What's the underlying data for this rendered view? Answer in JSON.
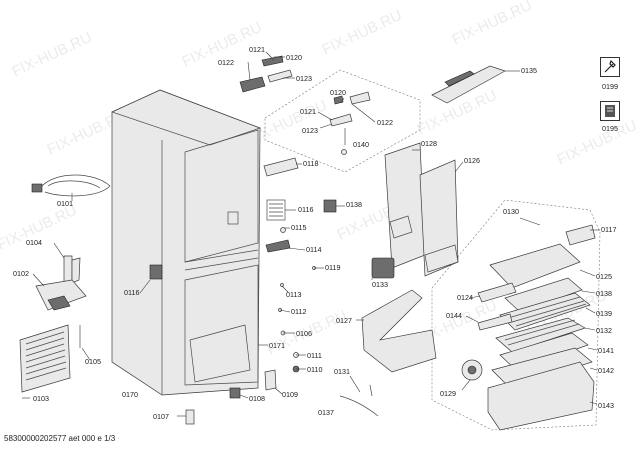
{
  "watermark_text": "FIX-HUB.RU",
  "document_id": "58300000202577 aet 000 e 1/3",
  "legend": [
    {
      "icon": "wrench-screwdriver-icon",
      "number": "0199"
    },
    {
      "icon": "documentation-book-icon",
      "number": "0195"
    }
  ],
  "parts": {
    "p0101": "0101",
    "p0102": "0102",
    "p0103": "0103",
    "p0104": "0104",
    "p0105": "0105",
    "p0106": "0106",
    "p0107": "0107",
    "p0108": "0108",
    "p0109": "0109",
    "p0110": "0110",
    "p0111": "0111",
    "p0112": "0112",
    "p0113": "0113",
    "p0114": "0114",
    "p0115": "0115",
    "p0116a": "0116",
    "p0116b": "0116",
    "p0117": "0117",
    "p0118": "0118",
    "p0119": "0119",
    "p0120a": "0120",
    "p0120b": "0120",
    "p0121a": "0121",
    "p0121b": "0121",
    "p0122a": "0122",
    "p0122b": "0122",
    "p0123a": "0123",
    "p0123b": "0123",
    "p0124": "0124",
    "p0125": "0125",
    "p0126": "0126",
    "p0127": "0127",
    "p0128": "0128",
    "p0129": "0129",
    "p0130": "0130",
    "p0131": "0131",
    "p0132": "0132",
    "p0133": "0133",
    "p0135": "0135",
    "p0137": "0137",
    "p0138a": "0138",
    "p0138b": "0138",
    "p0139": "0139",
    "p0140": "0140",
    "p0141": "0141",
    "p0142": "0142",
    "p0143": "0143",
    "p0144": "0144",
    "p0170": "0170",
    "p0171": "0171"
  }
}
